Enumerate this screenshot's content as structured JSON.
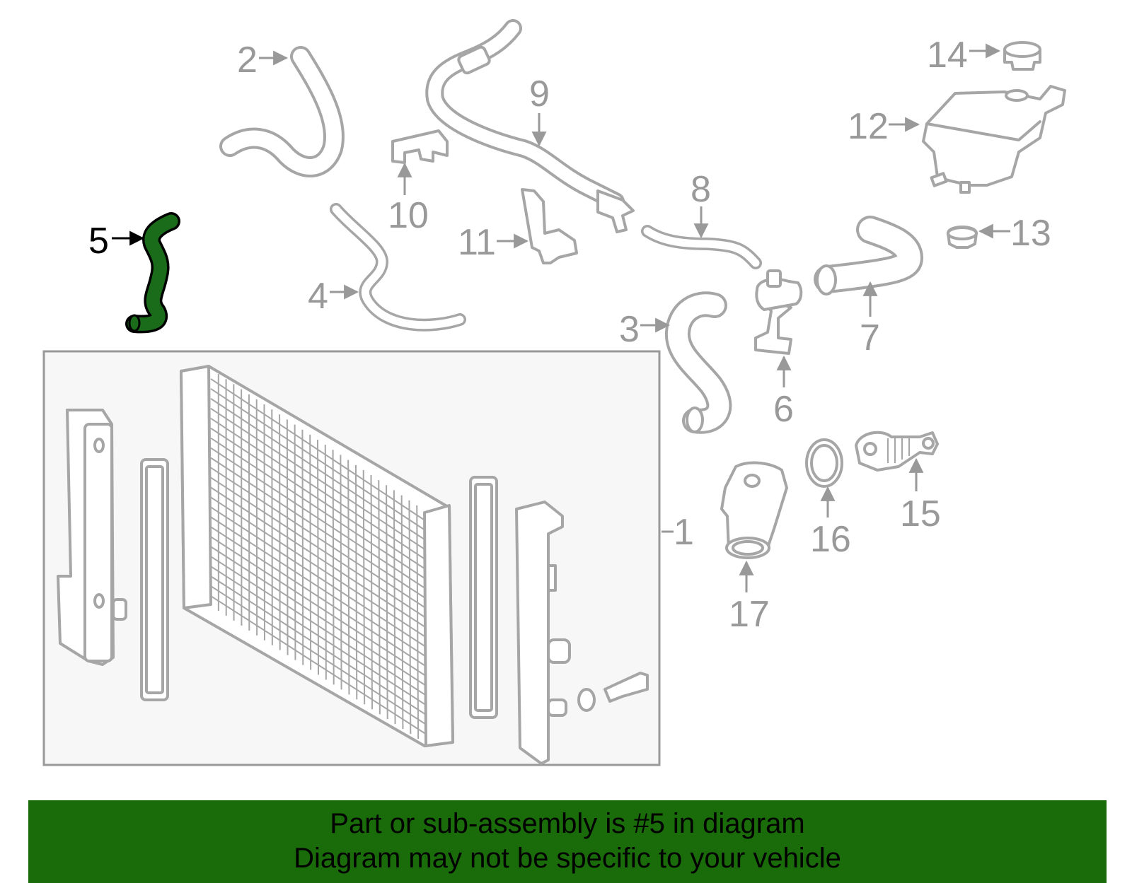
{
  "colors": {
    "highlight": "#1a6b1a",
    "banner": "#1a6b0a",
    "part_stroke": "#a6a6a6",
    "label": "#999999",
    "assembly_box_fill": "#f7f7f7"
  },
  "labels": {
    "n1": "1",
    "n2": "2",
    "n3": "3",
    "n4": "4",
    "n5": "5",
    "n6": "6",
    "n7": "7",
    "n8": "8",
    "n9": "9",
    "n10": "10",
    "n11": "11",
    "n12": "12",
    "n13": "13",
    "n14": "14",
    "n15": "15",
    "n16": "16",
    "n17": "17"
  },
  "banner": {
    "line1": "Part or sub-assembly is #5 in diagram",
    "line2": "Diagram may not be specific to your vehicle"
  }
}
